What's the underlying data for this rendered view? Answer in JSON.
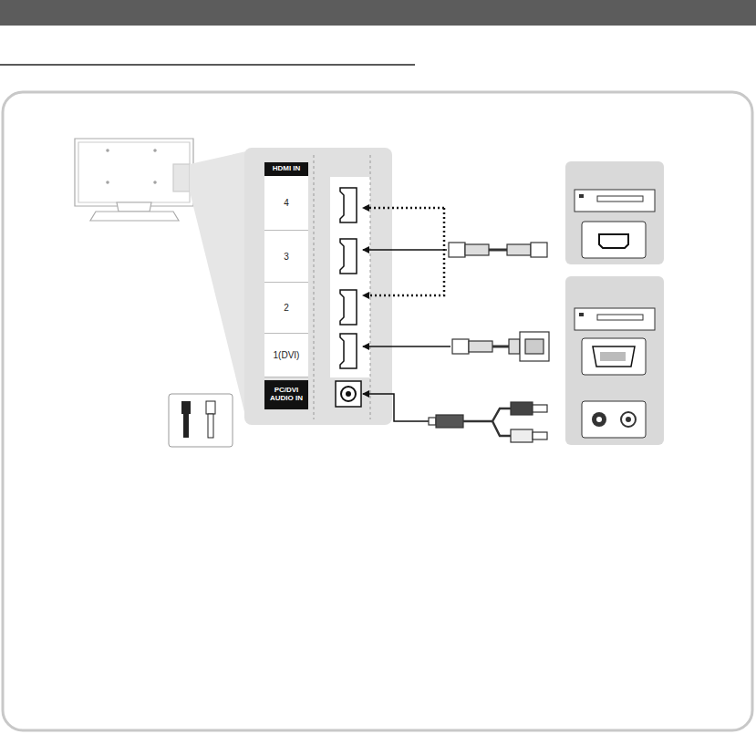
{
  "diagram": {
    "nodes": [
      {
        "text": [
          "HDMI IN"
        ]
      },
      {
        "text": [
          "4"
        ]
      },
      {
        "text": [
          "3"
        ]
      },
      {
        "text": [
          "2"
        ]
      },
      {
        "text": [
          "1(DVI)"
        ]
      },
      {
        "text": [
          "PC/DVI AUDIO IN"
        ]
      }
    ]
  }
}
